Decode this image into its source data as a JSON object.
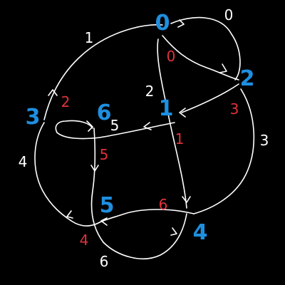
{
  "diagram": {
    "edge_labels": [
      "0",
      "1",
      "2",
      "3",
      "4",
      "5",
      "6"
    ],
    "red_labels": [
      "0",
      "1",
      "2",
      "3",
      "4",
      "5",
      "6"
    ],
    "crossing_labels": [
      "0",
      "1",
      "2",
      "3",
      "4",
      "5",
      "6"
    ]
  },
  "colors": {
    "background": "#000000",
    "strand": "#ffffff",
    "red": "#e0323a",
    "blue": "#1e8fe0"
  }
}
